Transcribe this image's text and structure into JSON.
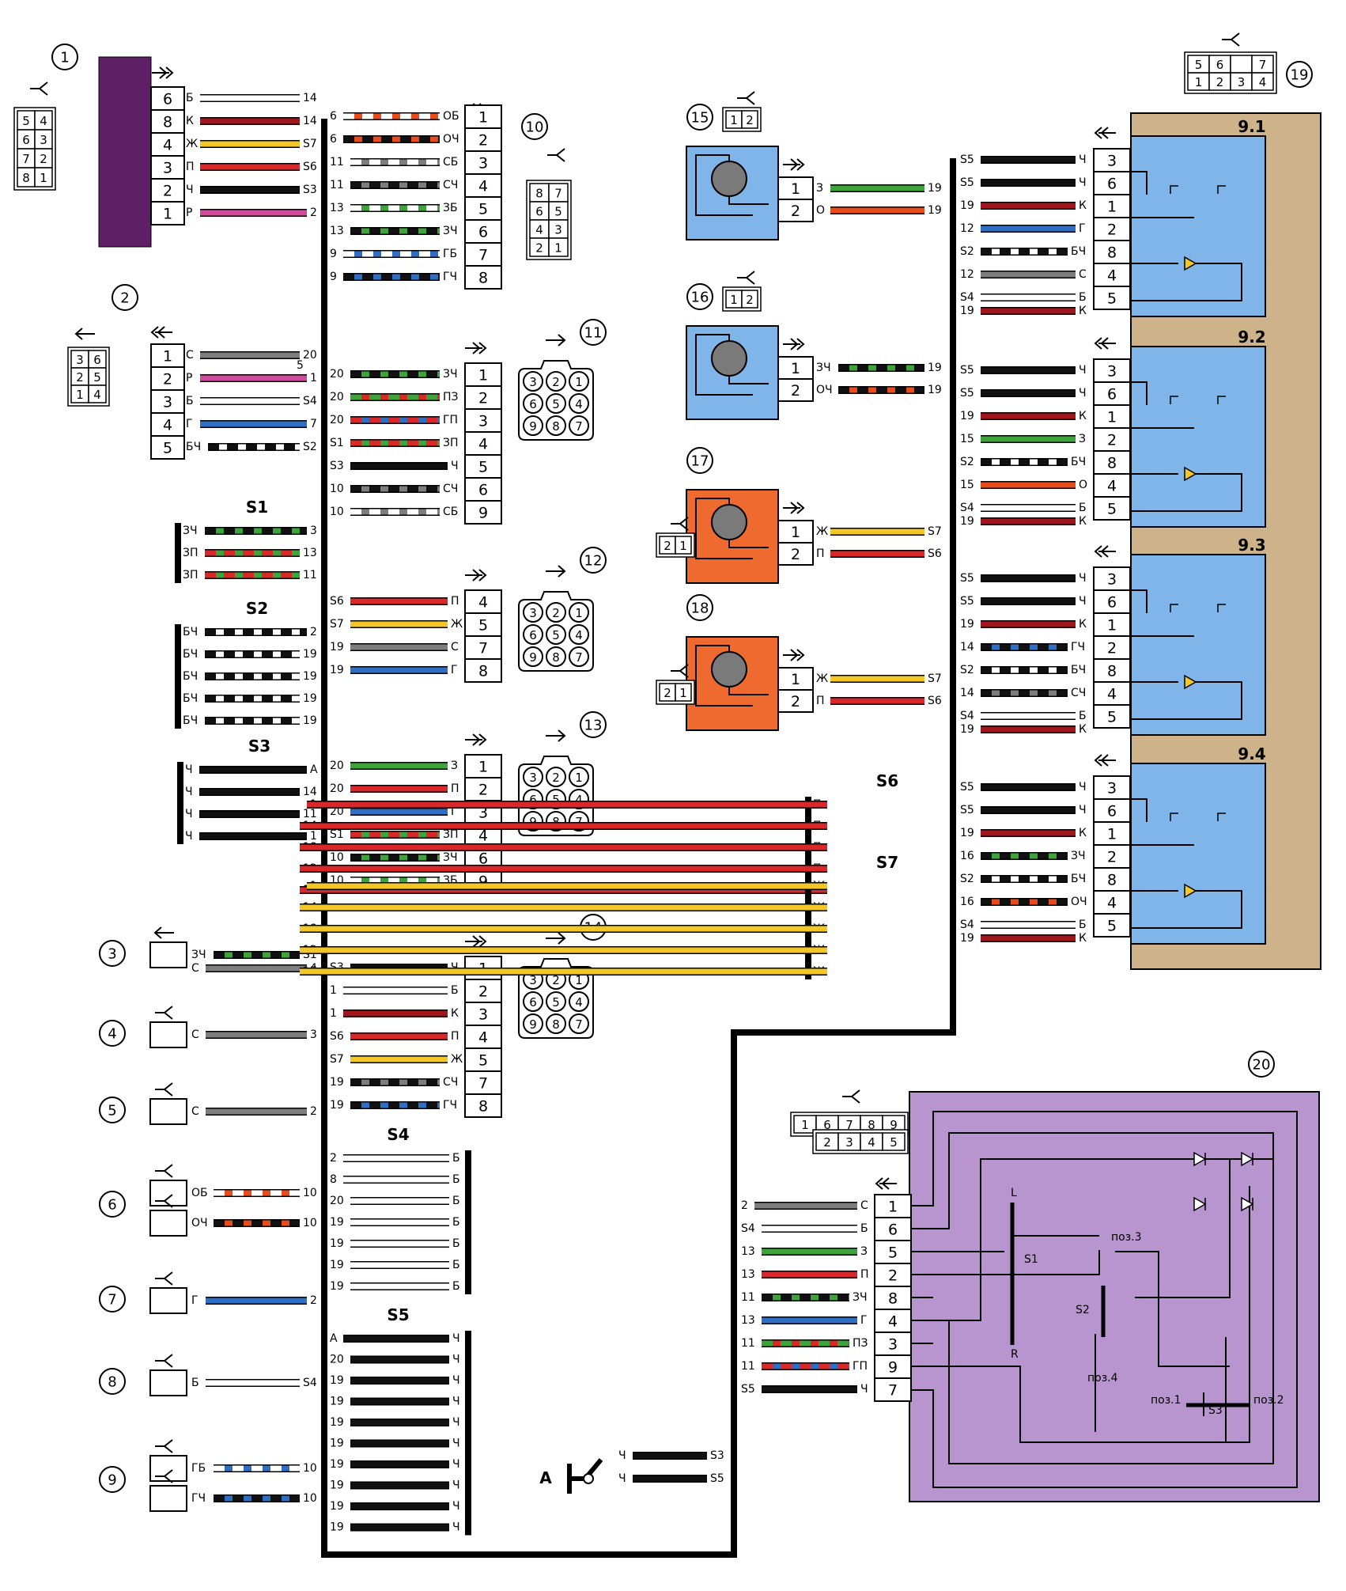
{
  "colors": {
    "Б": "#ffffff",
    "К": "#a0161c",
    "Ж": "#f3c72a",
    "П": "#d8282a",
    "Ч": "#111111",
    "Р": "#d14b9d",
    "С": "#7d7d7d",
    "Г": "#2f6ec2",
    "З": "#3da33a",
    "О": "#e74c1c",
    "bg_brown": "#cdb28a",
    "bg_blue": "#7fb5e8",
    "bg_purple": "#b895cf",
    "bg_orange": "#ef6a2e",
    "block1": "#5e1f66"
  },
  "callouts": [
    "1",
    "2",
    "3",
    "4",
    "5",
    "6",
    "7",
    "8",
    "9",
    "10",
    "11",
    "12",
    "13",
    "14",
    "15",
    "16",
    "17",
    "18",
    "19",
    "20"
  ],
  "block1": {
    "pins": [
      {
        "n": "6",
        "wire": "Б",
        "dest": "14"
      },
      {
        "n": "8",
        "wire": "К",
        "dest": "14"
      },
      {
        "n": "4",
        "wire": "Ж",
        "dest": "S7"
      },
      {
        "n": "3",
        "wire": "П",
        "dest": "S6"
      },
      {
        "n": "2",
        "wire": "Ч",
        "dest": "S3"
      },
      {
        "n": "1",
        "wire": "Р",
        "dest": "2"
      }
    ]
  },
  "conn1_grid": [
    "5",
    "4",
    "6",
    "3",
    "7",
    "2",
    "8",
    "1"
  ],
  "block2": {
    "pins": [
      {
        "n": "1",
        "wire": "С",
        "dest": "20"
      },
      {
        "n": "2",
        "wire": "Р",
        "dest": "1"
      },
      {
        "n": "3",
        "wire": "Б",
        "dest": "S4"
      },
      {
        "n": "4",
        "wire": "Г",
        "dest": "7"
      },
      {
        "n": "5",
        "wire": "БЧ",
        "dest": "S2"
      }
    ]
  },
  "block2_extra": "5",
  "conn2_grid": [
    "3",
    "6",
    "2",
    "5",
    "1",
    "4"
  ],
  "block10": {
    "pins": [
      {
        "n": "1",
        "wire": "ОБ",
        "src": "6"
      },
      {
        "n": "2",
        "wire": "ОЧ",
        "src": "6"
      },
      {
        "n": "3",
        "wire": "СБ",
        "src": "11"
      },
      {
        "n": "4",
        "wire": "СЧ",
        "src": "11"
      },
      {
        "n": "5",
        "wire": "ЗБ",
        "src": "13"
      },
      {
        "n": "6",
        "wire": "ЗЧ",
        "src": "13"
      },
      {
        "n": "7",
        "wire": "ГБ",
        "src": "9"
      },
      {
        "n": "8",
        "wire": "ГЧ",
        "src": "9"
      }
    ]
  },
  "conn10_grid": [
    "8",
    "7",
    "6",
    "5",
    "4",
    "3",
    "2",
    "1"
  ],
  "block11": {
    "pins": [
      {
        "n": "1",
        "wire": "ЗЧ",
        "src": "20"
      },
      {
        "n": "2",
        "wire": "ПЗ",
        "src": "20"
      },
      {
        "n": "3",
        "wire": "ГП",
        "src": "20"
      },
      {
        "n": "4",
        "wire": "ЗП",
        "src": "S1"
      },
      {
        "n": "5",
        "wire": "Ч",
        "src": "S3"
      },
      {
        "n": "6",
        "wire": "СЧ",
        "src": "10"
      },
      {
        "n": "9",
        "wire": "СБ",
        "src": "10"
      }
    ]
  },
  "round_grid": [
    "3",
    "2",
    "1",
    "6",
    "5",
    "4",
    "9",
    "8",
    "7"
  ],
  "block12": {
    "pins": [
      {
        "n": "4",
        "wire": "П",
        "src": "S6"
      },
      {
        "n": "5",
        "wire": "Ж",
        "src": "S7"
      },
      {
        "n": "7",
        "wire": "С",
        "src": "19"
      },
      {
        "n": "8",
        "wire": "Г",
        "src": "19"
      }
    ]
  },
  "block13": {
    "pins": [
      {
        "n": "1",
        "wire": "З",
        "src": "20"
      },
      {
        "n": "2",
        "wire": "П",
        "src": "20"
      },
      {
        "n": "3",
        "wire": "Г",
        "src": "20"
      },
      {
        "n": "4",
        "wire": "ЗП",
        "src": "S1"
      },
      {
        "n": "6",
        "wire": "ЗЧ",
        "src": "10"
      },
      {
        "n": "9",
        "wire": "ЗБ",
        "src": "10"
      }
    ]
  },
  "block14": {
    "pins": [
      {
        "n": "1",
        "wire": "Ч",
        "src": "S3"
      },
      {
        "n": "2",
        "wire": "Б",
        "src": "1"
      },
      {
        "n": "3",
        "wire": "К",
        "src": "1"
      },
      {
        "n": "4",
        "wire": "П",
        "src": "S6"
      },
      {
        "n": "5",
        "wire": "Ж",
        "src": "S7"
      },
      {
        "n": "7",
        "wire": "СЧ",
        "src": "19"
      },
      {
        "n": "8",
        "wire": "ГЧ",
        "src": "19"
      }
    ]
  },
  "S1": {
    "title": "S1",
    "rows": [
      {
        "wire": "ЗЧ",
        "dest": "3"
      },
      {
        "wire": "ЗП",
        "dest": "13"
      },
      {
        "wire": "ЗП",
        "dest": "11"
      }
    ]
  },
  "S2": {
    "title": "S2",
    "rows": [
      {
        "wire": "БЧ",
        "dest": "2"
      },
      {
        "wire": "БЧ",
        "dest": "19"
      },
      {
        "wire": "БЧ",
        "dest": "19"
      },
      {
        "wire": "БЧ",
        "dest": "19"
      },
      {
        "wire": "БЧ",
        "dest": "19"
      }
    ]
  },
  "S3": {
    "title": "S3",
    "rows": [
      {
        "wire": "Ч",
        "dest": "А"
      },
      {
        "wire": "Ч",
        "dest": "14"
      },
      {
        "wire": "Ч",
        "dest": "11"
      },
      {
        "wire": "Ч",
        "dest": "1"
      }
    ]
  },
  "S4": {
    "title": "S4",
    "rows": [
      {
        "src": "2",
        "wire": "Б"
      },
      {
        "src": "8",
        "wire": "Б"
      },
      {
        "src": "20",
        "wire": "Б"
      },
      {
        "src": "19",
        "wire": "Б"
      },
      {
        "src": "19",
        "wire": "Б"
      },
      {
        "src": "19",
        "wire": "Б"
      },
      {
        "src": "19",
        "wire": "Б"
      }
    ]
  },
  "S5": {
    "title": "S5",
    "rows": [
      {
        "src": "А",
        "wire": "Ч"
      },
      {
        "src": "20",
        "wire": "Ч"
      },
      {
        "src": "19",
        "wire": "Ч"
      },
      {
        "src": "19",
        "wire": "Ч"
      },
      {
        "src": "19",
        "wire": "Ч"
      },
      {
        "src": "19",
        "wire": "Ч"
      },
      {
        "src": "19",
        "wire": "Ч"
      },
      {
        "src": "19",
        "wire": "Ч"
      },
      {
        "src": "19",
        "wire": "Ч"
      },
      {
        "src": "19",
        "wire": "Ч"
      }
    ]
  },
  "S6": {
    "title": "S6",
    "rows": [
      {
        "wire": "П",
        "dest": "1"
      },
      {
        "wire": "П",
        "dest": "14"
      },
      {
        "wire": "П",
        "dest": "18"
      },
      {
        "wire": "П",
        "dest": "12"
      },
      {
        "wire": "П",
        "dest": "17"
      }
    ]
  },
  "S7": {
    "title": "S7",
    "rows": [
      {
        "wire": "Ж",
        "dest": "1"
      },
      {
        "wire": "Ж",
        "dest": "14"
      },
      {
        "wire": "Ж",
        "dest": "18"
      },
      {
        "wire": "Ж",
        "dest": "12"
      },
      {
        "wire": "Ж",
        "dest": "17"
      }
    ]
  },
  "small": [
    {
      "id": "3",
      "rows": [
        {
          "wire": "ЗЧ",
          "dest": "S1"
        },
        {
          "wire": "С",
          "dest": "4"
        }
      ]
    },
    {
      "id": "4",
      "rows": [
        {
          "wire": "С",
          "dest": "3"
        }
      ]
    },
    {
      "id": "5",
      "rows": [
        {
          "wire": "С",
          "dest": "2"
        }
      ]
    },
    {
      "id": "6a",
      "rows": [
        {
          "wire": "ОБ",
          "dest": "10"
        }
      ]
    },
    {
      "id": "6b",
      "rows": [
        {
          "wire": "ОЧ",
          "dest": "10"
        }
      ]
    },
    {
      "id": "7",
      "rows": [
        {
          "wire": "Г",
          "dest": "2"
        }
      ]
    },
    {
      "id": "8",
      "rows": [
        {
          "wire": "Б",
          "dest": "S4"
        }
      ]
    },
    {
      "id": "9a",
      "rows": [
        {
          "wire": "ГБ",
          "dest": "10"
        }
      ]
    },
    {
      "id": "9b",
      "rows": [
        {
          "wire": "ГЧ",
          "dest": "10"
        }
      ]
    }
  ],
  "motors": [
    {
      "id": "15",
      "pins": [
        {
          "n": "1",
          "wire": "З",
          "dest": "19"
        },
        {
          "n": "2",
          "wire": "О",
          "dest": "19"
        }
      ],
      "conn": [
        "1",
        "2"
      ]
    },
    {
      "id": "16",
      "pins": [
        {
          "n": "1",
          "wire": "ЗЧ",
          "dest": "19"
        },
        {
          "n": "2",
          "wire": "ОЧ",
          "dest": "19"
        }
      ],
      "conn": [
        "1",
        "2"
      ]
    },
    {
      "id": "17",
      "pins": [
        {
          "n": "1",
          "wire": "Ж",
          "dest": "S7"
        },
        {
          "n": "2",
          "wire": "П",
          "dest": "S6"
        }
      ],
      "conn": [
        "2",
        "1"
      ]
    },
    {
      "id": "18",
      "pins": [
        {
          "n": "1",
          "wire": "Ж",
          "dest": "S7"
        },
        {
          "n": "2",
          "wire": "П",
          "dest": "S6"
        }
      ],
      "conn": [
        "2",
        "1"
      ]
    }
  ],
  "conn19_grid": [
    "5",
    "6",
    "",
    "7",
    "1",
    "2",
    "3",
    "4"
  ],
  "switches": [
    {
      "title": "9.1",
      "pins": [
        {
          "n": "3",
          "src": "S5",
          "wire": "Ч"
        },
        {
          "n": "6",
          "src": "S5",
          "wire": "Ч"
        },
        {
          "n": "1",
          "src": "19",
          "wire": "К"
        },
        {
          "n": "2",
          "src": "12",
          "wire": "Г"
        },
        {
          "n": "8",
          "src": "S2",
          "wire": "БЧ"
        },
        {
          "n": "4",
          "src": "12",
          "wire": "С"
        },
        {
          "n": "5",
          "src": "S4",
          "wire": "Б"
        },
        {
          "n": "",
          "src": "19",
          "wire": "К"
        }
      ]
    },
    {
      "title": "9.2",
      "pins": [
        {
          "n": "3",
          "src": "S5",
          "wire": "Ч"
        },
        {
          "n": "6",
          "src": "S5",
          "wire": "Ч"
        },
        {
          "n": "1",
          "src": "19",
          "wire": "К"
        },
        {
          "n": "2",
          "src": "15",
          "wire": "З"
        },
        {
          "n": "8",
          "src": "S2",
          "wire": "БЧ"
        },
        {
          "n": "4",
          "src": "15",
          "wire": "О"
        },
        {
          "n": "5",
          "src": "S4",
          "wire": "Б"
        },
        {
          "n": "",
          "src": "19",
          "wire": "К"
        }
      ]
    },
    {
      "title": "9.3",
      "pins": [
        {
          "n": "3",
          "src": "S5",
          "wire": "Ч"
        },
        {
          "n": "6",
          "src": "S5",
          "wire": "Ч"
        },
        {
          "n": "1",
          "src": "19",
          "wire": "К"
        },
        {
          "n": "2",
          "src": "14",
          "wire": "ГЧ"
        },
        {
          "n": "8",
          "src": "S2",
          "wire": "БЧ"
        },
        {
          "n": "4",
          "src": "14",
          "wire": "СЧ"
        },
        {
          "n": "5",
          "src": "S4",
          "wire": "Б"
        },
        {
          "n": "",
          "src": "19",
          "wire": "К"
        }
      ]
    },
    {
      "title": "9.4",
      "pins": [
        {
          "n": "3",
          "src": "S5",
          "wire": "Ч"
        },
        {
          "n": "6",
          "src": "S5",
          "wire": "Ч"
        },
        {
          "n": "1",
          "src": "19",
          "wire": "К"
        },
        {
          "n": "2",
          "src": "16",
          "wire": "ЗЧ"
        },
        {
          "n": "8",
          "src": "S2",
          "wire": "БЧ"
        },
        {
          "n": "4",
          "src": "16",
          "wire": "ОЧ"
        },
        {
          "n": "5",
          "src": "S4",
          "wire": "Б"
        },
        {
          "n": "",
          "src": "19",
          "wire": "К"
        }
      ]
    }
  ],
  "block20": {
    "pins": [
      {
        "n": "1",
        "src": "2",
        "wire": "С"
      },
      {
        "n": "6",
        "src": "S4",
        "wire": "Б"
      },
      {
        "n": "5",
        "src": "13",
        "wire": "З"
      },
      {
        "n": "2",
        "src": "13",
        "wire": "П"
      },
      {
        "n": "8",
        "src": "11",
        "wire": "ЗЧ"
      },
      {
        "n": "4",
        "src": "13",
        "wire": "Г"
      },
      {
        "n": "3",
        "src": "11",
        "wire": "ПЗ"
      },
      {
        "n": "9",
        "src": "11",
        "wire": "ГП"
      },
      {
        "n": "7",
        "src": "S5",
        "wire": "Ч"
      }
    ],
    "conn_grid": [
      "1",
      "6",
      "7",
      "8",
      "9",
      "2",
      "3",
      "4",
      "5"
    ],
    "labels": {
      "L": "L",
      "R": "R",
      "S1": "S1",
      "S2": "S2",
      "S3": "S3",
      "pos1": "поз.1",
      "pos2": "поз.2",
      "pos3": "поз.3",
      "pos4": "поз.4"
    }
  },
  "ground": {
    "label": "А",
    "wires": [
      {
        "wire": "Ч",
        "dest": "S3"
      },
      {
        "wire": "Ч",
        "dest": "S5"
      }
    ]
  }
}
